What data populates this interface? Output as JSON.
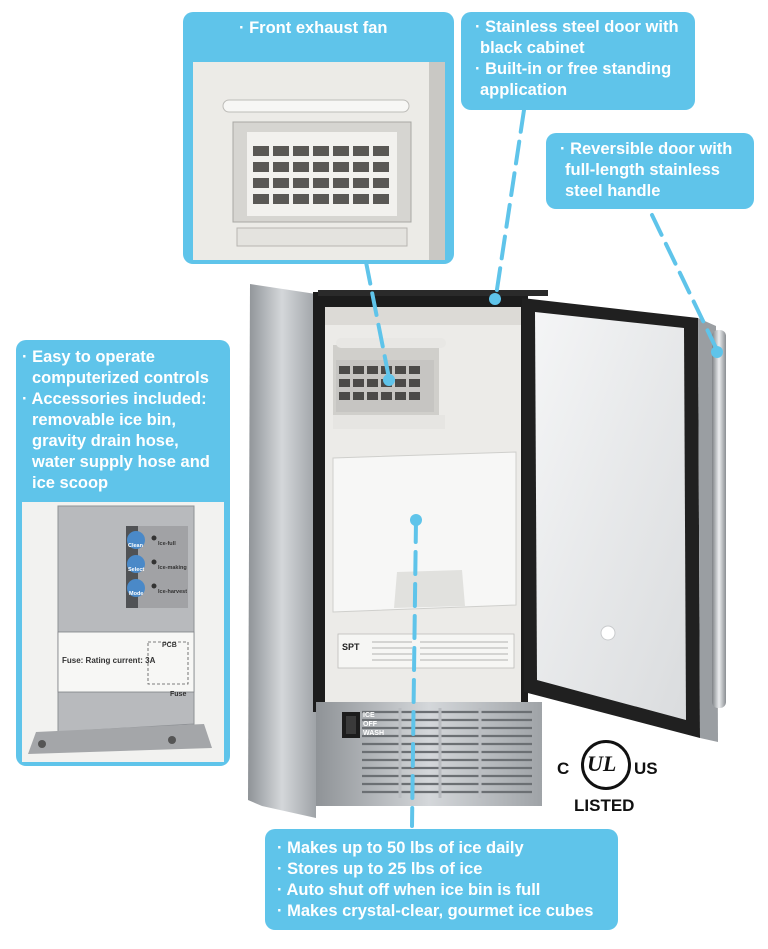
{
  "callouts": {
    "fan": {
      "lines": [
        "· Front exhaust fan"
      ]
    },
    "door_finish": {
      "lines": [
        "· Stainless steel door with",
        "black cabinet",
        "· Built-in or free standing",
        "application"
      ]
    },
    "reversible": {
      "lines": [
        "· Reversible door with",
        "full-length stainless",
        "steel handle"
      ]
    },
    "controls": {
      "lines": [
        "· Easy to operate",
        "computerized controls",
        "· Accessories included:",
        "removable ice bin,",
        "gravity drain hose,",
        "water supply hose and",
        "ice scoop"
      ]
    },
    "features": {
      "lines": [
        "· Makes up to 50 lbs of ice daily",
        "· Stores up to 25 lbs of ice",
        "· Auto shut off when ice bin is full",
        "· Makes crystal-clear, gourmet ice cubes"
      ]
    }
  },
  "control_panel": {
    "buttons": [
      "Clean",
      "Select",
      "Mode"
    ],
    "indicators": [
      "Ice-full",
      "Ice-making",
      "Ice-harvest"
    ],
    "fuse_label": "Fuse: Rating current: 3A",
    "pcb_label": "PCB",
    "fuse_tag": "Fuse"
  },
  "switch_labels": [
    "ICE",
    "OFF",
    "WASH"
  ],
  "ul_mark": {
    "left": "C",
    "center": "UL",
    "right": "US",
    "bottom": "LISTED"
  },
  "colors": {
    "callout": "#5fc4ea",
    "dashes": "#5fc4ea",
    "stainless": "#b9bcc0",
    "cabinet": "#1c1c1c"
  }
}
